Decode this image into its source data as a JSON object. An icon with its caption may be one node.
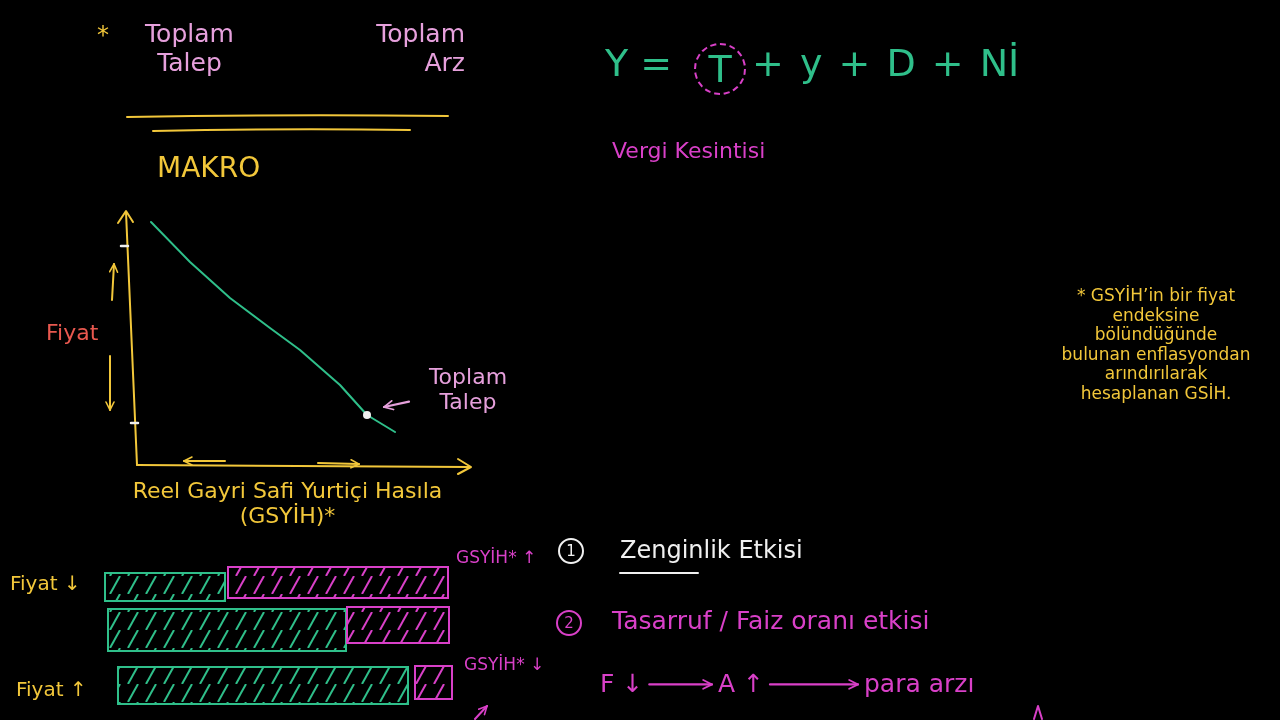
{
  "diagram": {
    "nodes": [
      {
        "text": [
          "Toplam Talep"
        ]
      },
      {
        "text": [],
        "shape": "bar"
      },
      {
        "text": [],
        "shape": "bar"
      },
      {
        "text": [],
        "shape": "bar"
      },
      {
        "text": [],
        "shape": "bar"
      },
      {
        "text": [],
        "shape": "bar"
      },
      {
        "text": [],
        "shape": "bar"
      },
      {
        "text": [
          "F ↓"
        ]
      },
      {
        "text": [
          "A ↑"
        ]
      },
      {
        "text": [
          "para arzı"
        ]
      }
    ],
    "edges": [
      {
        "from": 0,
        "to": null,
        "arrow": "to",
        "color": "#e6a0dc"
      },
      {
        "from": 7,
        "to": 8,
        "arrow": "to"
      },
      {
        "from": 8,
        "to": 9,
        "arrow": "to"
      }
    ],
    "labels": [
      "*",
      "Toplam Talep",
      "Toplam Arz",
      "Y =",
      "T",
      "+ y + D + Nİ",
      "Vergi Kesintisi",
      "MAKRO",
      "Fiyat",
      "* GSYİH’in bir fiyat endeksine bölündüğünde bulunan enflasyondan arındırılarak hesaplanan GSİH.",
      "Reel Gayri Safi Yurtiçi Hasıla (GSYİH)*",
      "1",
      "Zenginlik Etkisi",
      "Fiyat ↓",
      "GSYİH* ↑",
      "2",
      "Tasarruf / Faiz oranı etkisi",
      "GSYİH* ↓",
      "Fiyat ↑"
    ]
  }
}
